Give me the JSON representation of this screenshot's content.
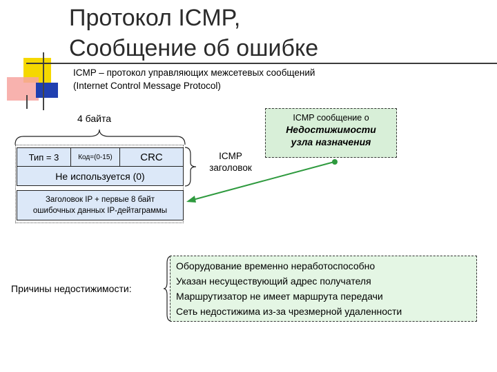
{
  "slide": {
    "title_line1": "Протокол ICMP,",
    "title_line2": "Сообщение об ошибке",
    "subtitle_line1": "ICMP – протокол управляющих межсетевых сообщений",
    "subtitle_line2": "(Internet Control Message Protocol)"
  },
  "packet": {
    "size_label": "4 байта",
    "type_label": "Тип = 3",
    "code_label": "Код=(0-15)",
    "crc_label": "CRC",
    "unused_label": "Не используется (0)",
    "data_line1": "Заголовок IP + первые 8 байт",
    "data_line2": "ошибочных данных IP-дейтаграммы"
  },
  "header_label": {
    "line1": "ICMP",
    "line2": "заголовок"
  },
  "message_box": {
    "line1": "ICMP сообщение о",
    "line2": "Недостижимости",
    "line3": "узла назначения"
  },
  "reasons": {
    "label": "Причины недостижимости:",
    "items": [
      "Оборудование временно неработоспособно",
      "Указан несуществующий адрес получателя",
      "Маршрутизатор не имеет маршрута передачи",
      "Сеть недостижима из-за чрезмерной удаленности"
    ]
  },
  "colors": {
    "field_fill": "#dce8f8",
    "box_fill": "#d8efd8",
    "arrow": "#2e9a3e",
    "deco_yellow": "#f5d800",
    "deco_red": "#f03020",
    "deco_blue": "#2040b0"
  }
}
